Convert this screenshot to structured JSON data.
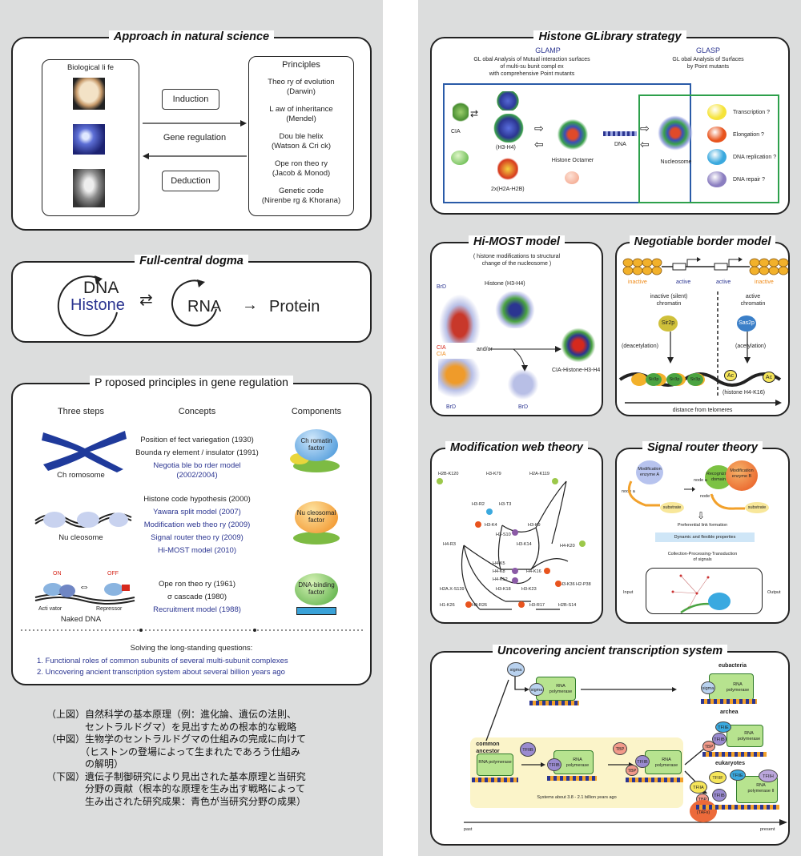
{
  "panels": {
    "approach": {
      "title": "Approach in natural science",
      "biological_life": "Biological li fe",
      "principles_title": "Principles",
      "induction": "Induction",
      "gene_regulation": "Gene regulation",
      "deduction": "Deduction",
      "principles": [
        [
          "Theo ry of  evolution",
          "(Darwin)"
        ],
        [
          "L aw of inheritance",
          "(Mendel)"
        ],
        [
          "Dou ble helix",
          "(Watson & Cri    ck)"
        ],
        [
          "Ope ron theo  ry",
          "(Jacob & Monod)"
        ],
        [
          "Genetic code",
          "(Nirenbe  rg & Khorana)"
        ]
      ]
    },
    "dogma": {
      "title": "Full-central dogma",
      "dna": "DNA",
      "histone": "Histone",
      "rna": "RNA",
      "protein": "Protein"
    },
    "proposed": {
      "title": "P roposed principles in       gene regulation",
      "headers": [
        "Three steps",
        "Concepts",
        "Components"
      ],
      "step_labels": [
        "Ch romosome",
        "Nu cleosome",
        "Naked DNA"
      ],
      "row1": [
        "Position ef  fect  variegation (1930)",
        "Bounda  ry element / insulator (1991)"
      ],
      "row1_blue": [
        "Negotia  ble bo rder model (2002/2004)"
      ],
      "row2": [
        "Histone code    hypothesis (2000)"
      ],
      "row2_blue": [
        "Yawara split model (2007)",
        "Modification web theo      ry (2009)",
        "Signal    router theo  ry (2009)",
        "Hi-MOST model (2010)"
      ],
      "row3": [
        "Ope ron theo  ry (1961)",
        "σ  cascade (1980)"
      ],
      "row3_blue": [
        "Recruitment model (1988)"
      ],
      "components": [
        "Ch romatin factor",
        "Nu cleosomal factor",
        "DNA-binding factor"
      ],
      "activator": "Acti vator",
      "repressor": "Repressor",
      "on": "ON",
      "off": "OFF",
      "solving": "Solving the long-standing questions:",
      "questions": [
        "1. Functional roles of common subunits of several multi-subunit complexes",
        "2. Uncovering ancient transcription system about several billion years ago"
      ]
    },
    "glibrary": {
      "title": "Histone GLibrary strategy",
      "glamp": "GLAMP",
      "glamp_desc": [
        "GL obal  Analysis of   Mutual interaction surfaces",
        "of multi-su bunit compl  ex",
        "with comprehensive      Point mutants"
      ],
      "glasp": "GLASP",
      "glasp_desc": [
        "GL obal  Analysis of  Surfaces",
        "by Point  mutants"
      ],
      "labels": {
        "cia": "CIA",
        "h3h4": "(H3-H4)",
        "h2ah2b": "2x(H2A-H2B)",
        "octamer": "Histone Octamer",
        "dna": "DNA",
        "nucleosome": "Nucleosome"
      },
      "functions": [
        "Transcription ?",
        "Elongation ?",
        "DNA replication ?",
        "DNA repair ?"
      ],
      "colors": [
        "#f5e33a",
        "#e8541e",
        "#3ba9de",
        "#8b7ec0"
      ]
    },
    "himost": {
      "title": "Hi-MOST model",
      "subtitle": [
        "( histone  modifications to   structural",
        "change of the nucleosome )"
      ],
      "brd": "BrD",
      "cia": "CIA",
      "histone": "Histone (H3-H4)",
      "andor": "and/or",
      "complex": "CIA-Histone-H3-H4"
    },
    "negotiable": {
      "title": "Negotiable border model",
      "inactive": "inactive",
      "active": "active",
      "silent": [
        "inactive (silent)",
        "chromatin"
      ],
      "activechrom": [
        "active",
        "chromatin"
      ],
      "sir2p": "Sir2p",
      "sas2p": "Sas2p",
      "deacetylation": "(deacetylation)",
      "acetylation": "(acetylation)",
      "sir3p": "Sir3p",
      "ac": "Ac",
      "h4k16": "(histone H4-K16)",
      "distance": "distance from telomeres"
    },
    "modweb": {
      "title": "Modification web theory",
      "nodes": [
        "H2B-K120",
        "H3-K79",
        "H2A-K119",
        "H3-R2",
        "H3-T3",
        "H3-K4",
        "H3-K9",
        "H3-S10",
        "H3-K14",
        "H4-R3",
        "H4-K5",
        "H4-K8",
        "H4-K12",
        "H4-K16",
        "H4-K20",
        "H3-K18",
        "H3-K23",
        "H2A.X-S139",
        "H3-K36",
        "H1-K26",
        "H3-R26",
        "H3-R17",
        "H2B-S14",
        "H2-P38"
      ]
    },
    "router": {
      "title": "Signal router theory",
      "modifying_a": "Modification enzyme A",
      "recognizing": "Recognizing domain",
      "modifying_b": "Modification enzyme B",
      "node_a": "node a",
      "node_b": "node b",
      "substrate": "substrate",
      "preferential": "Preferential link formation",
      "dynamic": "Dynamic and flexible properties",
      "collection": "Collection-Processing-Transduction",
      "of_signals": "of signals",
      "input": "Input",
      "output": "Output"
    },
    "ancient": {
      "title": "Uncovering ancient transcription system",
      "sigma": "sigma",
      "rna_polymerase": "RNA polymerase",
      "eubacteria": "eubacteria",
      "archea": "archea",
      "eukaryotes": "eukaryotes",
      "common_ancestor": "common ancestor",
      "tfiib": "TFIIB",
      "tbp": "TBP",
      "tfiie": "TFIIE",
      "tfiia": "TFIIA",
      "tfiif": "TFIIF",
      "tfiih": "TFIIH",
      "tfiid": "TFIID",
      "tafs": "(TAFs)",
      "pol2": "RNA polymerase II",
      "systems": "Systems about 3.8 - 2.1 billion years ago",
      "past": "past",
      "present": "present"
    }
  },
  "captions": [
    "（上図）自然科学の基本原理（例：進化論、遺伝の法則、",
    "　　　　セントラルドグマ）を見出すための根本的な戦略",
    "（中図）生物学のセントラルドグマの仕組みの完成に向けて",
    "　　　　（ヒストンの登場によって生まれたであろう仕組み",
    "　　　　の解明）",
    "（下図）遺伝子制御研究により見出された基本原理と当研究",
    "　　　　分野の貢献（根本的な原理を生み出す戦略によって",
    "　　　　生み出された研究成果：青色が当研究分野の成果）"
  ]
}
